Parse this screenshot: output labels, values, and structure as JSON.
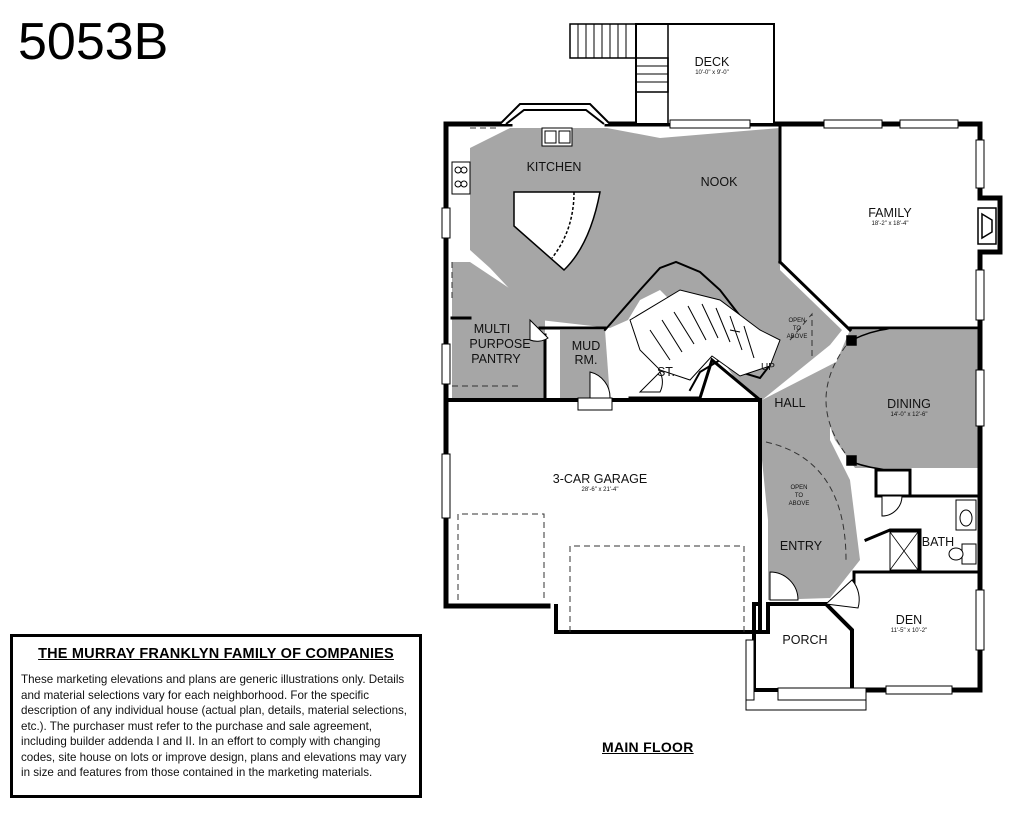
{
  "plan_number": "5053B",
  "floor_label": "MAIN FLOOR",
  "colors": {
    "shaded_room": "#a6a6a6",
    "wall": "#000000",
    "background": "#ffffff"
  },
  "rooms": {
    "deck": {
      "name": "DECK",
      "dims": "10'-0\" x 9'-0\""
    },
    "kitchen": {
      "name": "KITCHEN"
    },
    "nook": {
      "name": "NOOK"
    },
    "family": {
      "name": "FAMILY",
      "dims": "18'-2\" x 18'-4\""
    },
    "pantry": {
      "lines": [
        "MULTI",
        "PURPOSE",
        "PANTRY"
      ]
    },
    "mud": {
      "lines": [
        "MUD",
        "RM."
      ]
    },
    "storage": {
      "name": "ST."
    },
    "stair_open": {
      "lines": [
        "OPEN",
        "TO",
        "ABOVE"
      ]
    },
    "stair_up": {
      "name": "UP"
    },
    "hall": {
      "name": "HALL"
    },
    "dining": {
      "name": "DINING",
      "dims": "14'-0\" x 12'-6\""
    },
    "garage": {
      "name": "3-CAR GARAGE",
      "dims": "28'-6\" x 21'-4\""
    },
    "entry_open": {
      "lines": [
        "OPEN",
        "TO",
        "ABOVE"
      ]
    },
    "entry": {
      "name": "ENTRY"
    },
    "bath": {
      "name": "BATH"
    },
    "porch": {
      "name": "PORCH"
    },
    "den": {
      "name": "DEN",
      "dims": "11'-5\" x 10'-2\""
    }
  },
  "disclaimer": {
    "title": "THE MURRAY FRANKLYN FAMILY OF COMPANIES",
    "body": "These marketing elevations and plans are generic illustrations only. Details and material selections vary for each neighborhood. For the specific description of any individual house (actual plan, details, material selections, etc.). The purchaser must refer to the purchase and sale agreement, including builder addenda I and II. In an effort to comply with changing codes, site house on lots or improve design, plans and elevations may vary in size and features from those contained in the marketing materials."
  }
}
